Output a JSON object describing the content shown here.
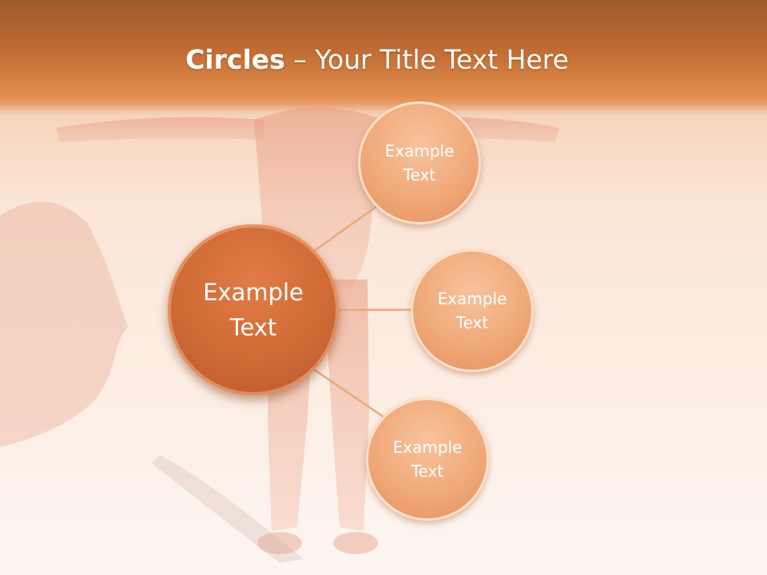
{
  "slide": {
    "title_bold": "Circles",
    "title_rest": " – Your Title Text Here"
  },
  "diagram": {
    "center": {
      "label": "Example\nText"
    },
    "nodes": [
      {
        "label": "Example\nText"
      },
      {
        "label": "Example\nText"
      },
      {
        "label": "Example\nText"
      }
    ]
  },
  "colors": {
    "title_band": "#c06c33",
    "center_circle": "#cf6a35",
    "node_circle": "#f0a878",
    "connector": "#e9a97e"
  }
}
